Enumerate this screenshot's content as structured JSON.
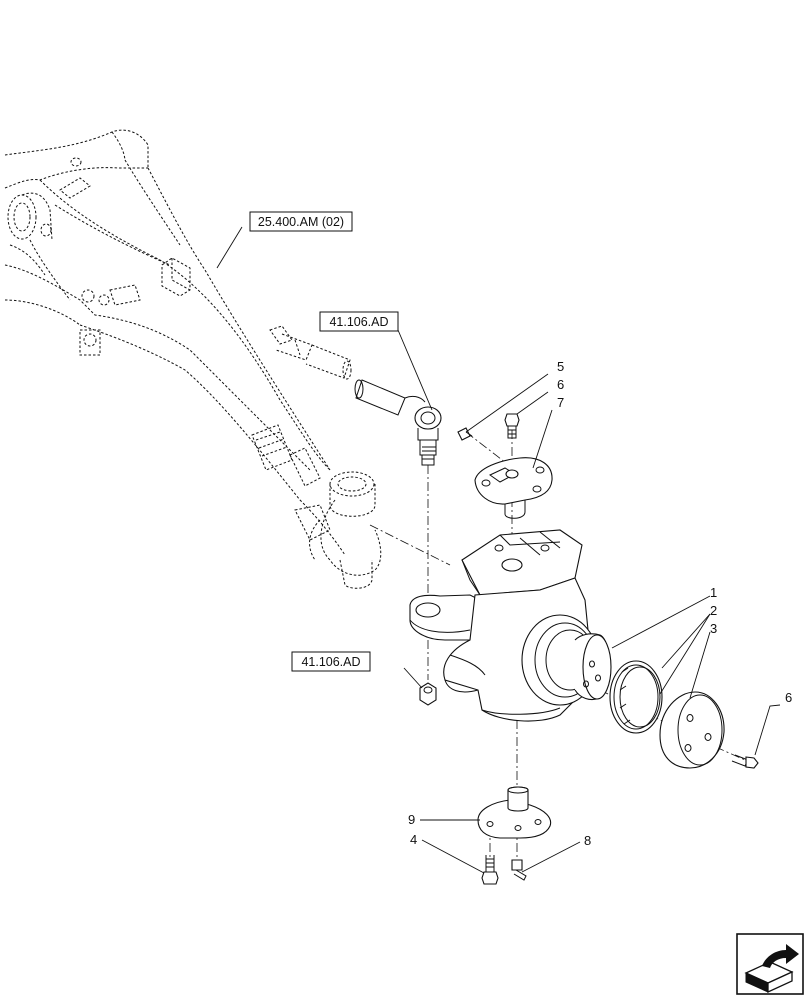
{
  "references": {
    "axle": "25.400.AM (02)",
    "tie_rod": "41.106.AD",
    "tie_rod_nut": "41.106.AD"
  },
  "callouts": {
    "hub_spindle": "1",
    "seal_ring": "2",
    "cover": "3",
    "lower_bolt": "4",
    "grease_fitting_upper": "5",
    "upper_bolt": "6",
    "side_bolt": "6",
    "upper_kingpin_cap": "7",
    "grease_fitting_lower": "8",
    "lower_kingpin_cap": "9"
  }
}
